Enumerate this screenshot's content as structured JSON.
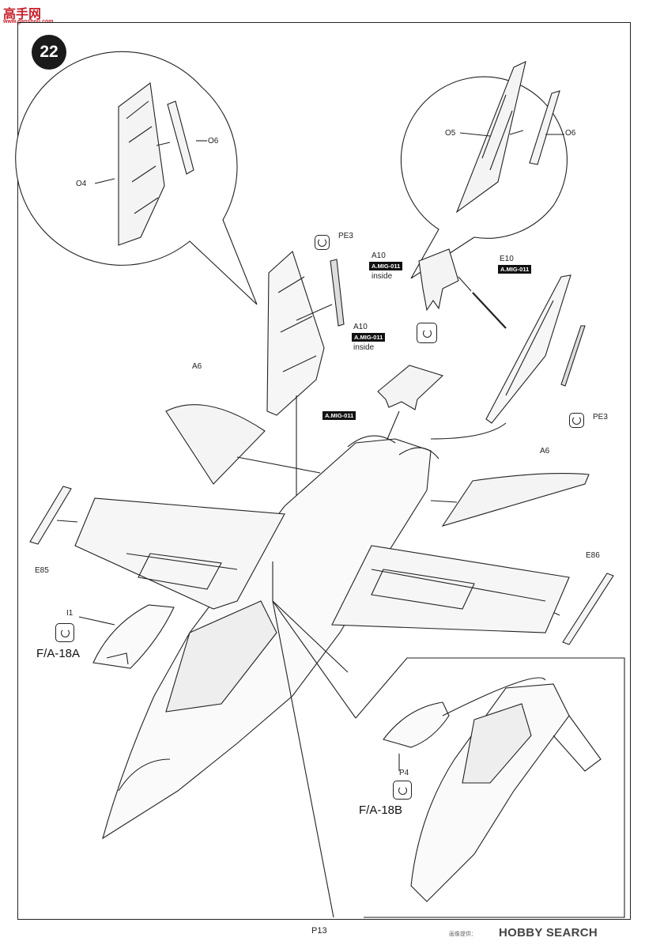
{
  "watermark": {
    "site_name": "高手网",
    "site_url": "www.gaoshou.com",
    "copyright": "画像提供：",
    "brand": "HOBBY SEARCH"
  },
  "step": {
    "number": "22"
  },
  "parts": {
    "O4": "O4",
    "O5": "O5",
    "O6_left": "O6",
    "O6_right": "O6",
    "PE3_left": "PE3",
    "PE3_right": "PE3",
    "A10_top": "A10",
    "A10_mid": "A10",
    "E10": "E10",
    "A6_left": "A6",
    "A6_right": "A6",
    "E85": "E85",
    "E86": "E86",
    "I1": "I1",
    "P4": "P4"
  },
  "paints": {
    "a10_top": "A.MIG-011",
    "e10": "A.MIG-011",
    "a10_mid": "A.MIG-011",
    "center": "A.MIG-011"
  },
  "notes": {
    "inside_top": "inside",
    "inside_mid": "inside"
  },
  "variants": {
    "a": "F/A-18A",
    "b": "F/A-18B"
  },
  "footer": {
    "page": "P13"
  }
}
